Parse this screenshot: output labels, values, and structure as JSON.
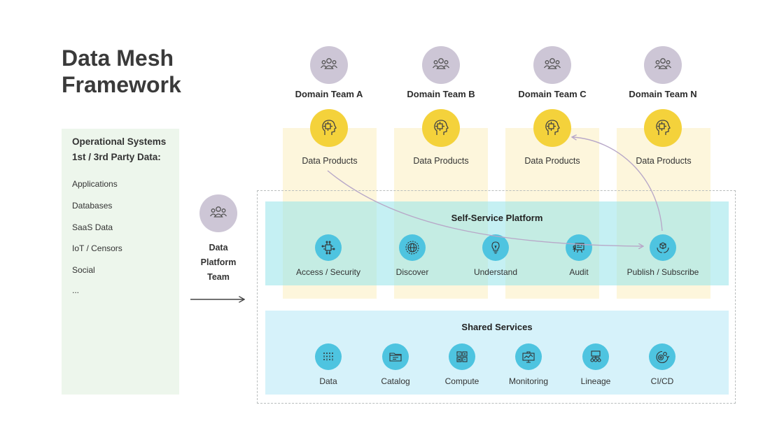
{
  "title": {
    "line1": "Data Mesh",
    "line2": "Framework"
  },
  "operational": {
    "heading_line1": "Operational Systems",
    "heading_line2": "1st / 3rd Party Data:",
    "items": [
      "Applications",
      "Databases",
      "SaaS Data",
      "IoT / Censors",
      "Social",
      "..."
    ]
  },
  "platform_team": {
    "line1": "Data",
    "line2": "Platform",
    "line3": "Team"
  },
  "domain_teams": [
    {
      "name": "Domain Team A",
      "product": "Data Products"
    },
    {
      "name": "Domain Team B",
      "product": "Data Products"
    },
    {
      "name": "Domain Team C",
      "product": "Data Products"
    },
    {
      "name": "Domain Team N",
      "product": "Data Products"
    }
  ],
  "self_service": {
    "title": "Self-Service Platform",
    "items": [
      {
        "label": "Access / Security",
        "icon": "chip-icon"
      },
      {
        "label": "Discover",
        "icon": "globe-icon"
      },
      {
        "label": "Understand",
        "icon": "lightbulb-icon"
      },
      {
        "label": "Audit",
        "icon": "audit-board-icon"
      },
      {
        "label": "Publish / Subscribe",
        "icon": "hands-cube-icon"
      }
    ]
  },
  "shared_services": {
    "title": "Shared Services",
    "items": [
      {
        "label": "Data",
        "icon": "binary-data-icon"
      },
      {
        "label": "Catalog",
        "icon": "folder-icon"
      },
      {
        "label": "Compute",
        "icon": "compute-grid-icon"
      },
      {
        "label": "Monitoring",
        "icon": "monitor-icon"
      },
      {
        "label": "Lineage",
        "icon": "lineage-icon"
      },
      {
        "label": "CI/CD",
        "icon": "cicd-gears-icon"
      }
    ]
  },
  "colors": {
    "team_circle": "#cdc6d6",
    "product_circle": "#f4d23b",
    "column_bg": "#fdf6dc",
    "self_service_band": "#a9ecef",
    "shared_band": "#d6f2fa",
    "service_circle": "#4ec4e0",
    "ops_panel": "#edf6ec",
    "flow_arrow": "#b8a8c8"
  }
}
